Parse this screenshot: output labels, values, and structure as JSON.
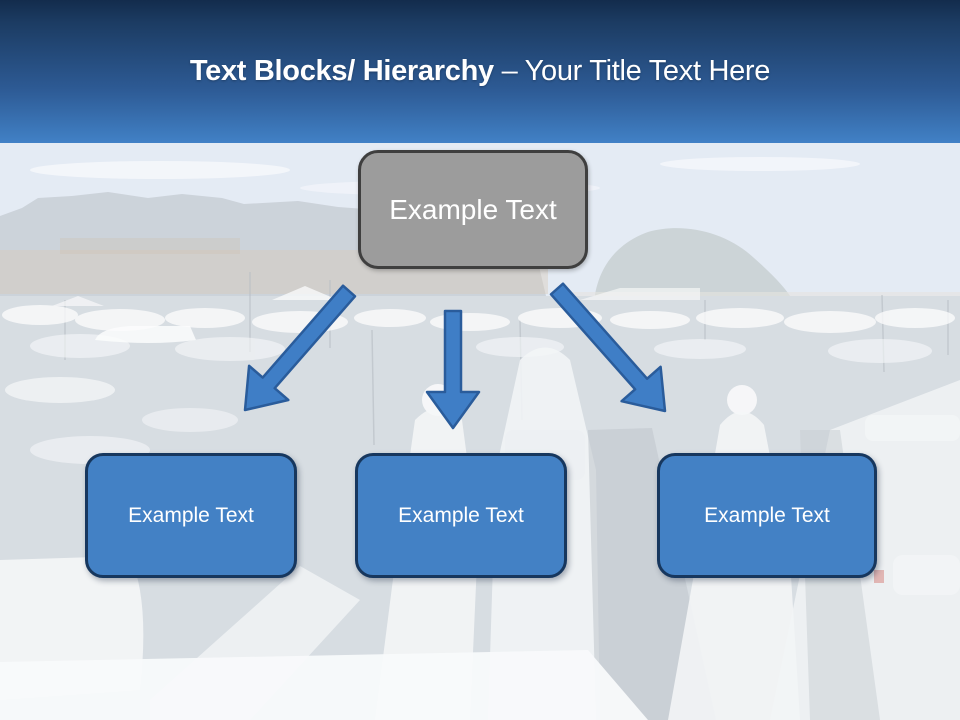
{
  "slide": {
    "header": {
      "title_bold": "Text Blocks/ Hierarchy",
      "title_regular": "– Your Title Text Here",
      "gradient_top": "#132c4c",
      "gradient_bottom": "#4181c6",
      "text_color": "#ffffff"
    },
    "hierarchy": {
      "root": {
        "label": "Example Text",
        "fill": "#9c9c9c",
        "border": "#3f3f3f"
      },
      "children": [
        {
          "label": "Example Text"
        },
        {
          "label": "Example Text"
        },
        {
          "label": "Example Text"
        }
      ],
      "child_fill": "#4381c5",
      "child_border": "#17375e",
      "arrow_fill": "#3f7ec6",
      "arrow_stroke": "#2a5c9b",
      "label_color": "#ffffff"
    },
    "background": {
      "photo_subject": "faded marina with yachts",
      "sky_color": "#d9e2f0",
      "water_color": "#c6ced6"
    }
  }
}
